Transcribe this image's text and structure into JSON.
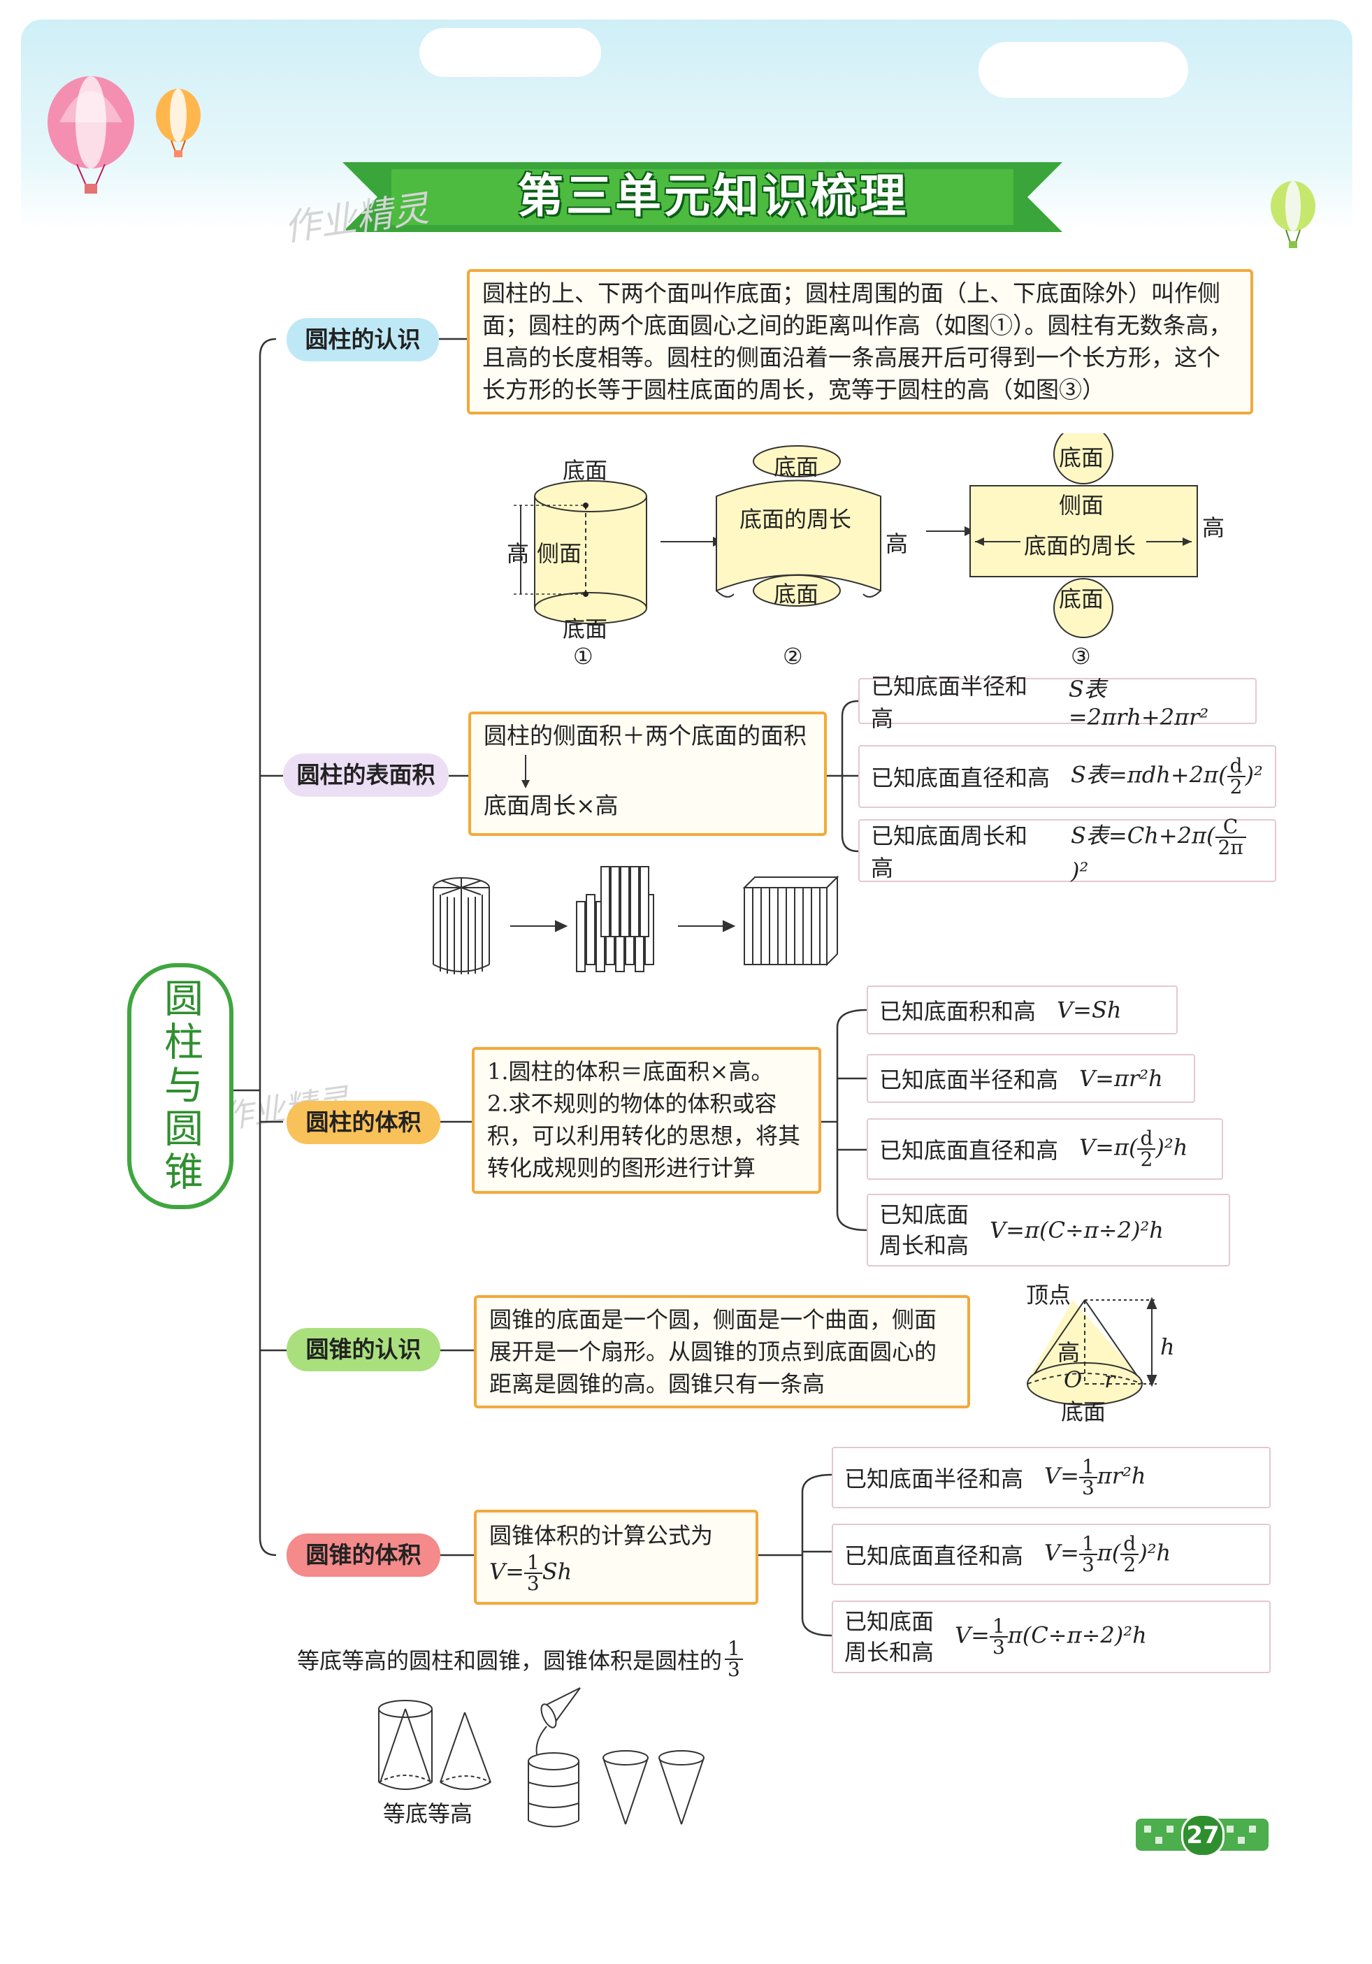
{
  "title": "第三单元知识梳理",
  "watermark": "作业精灵",
  "root": "圆柱与圆锥",
  "page_number": "27",
  "sections": {
    "cylinder_intro": {
      "label": "圆柱的认识",
      "text": "圆柱的上、下两个面叫作底面；圆柱周围的面（上、下底面除外）叫作侧面；圆柱的两个底面圆心之间的距离叫作高（如图①）。圆柱有无数条高，且高的长度相等。圆柱的侧面沿着一条高展开后可得到一个长方形，这个长方形的长等于圆柱底面的周长，宽等于圆柱的高（如图③）",
      "fig_labels": {
        "top": "底面",
        "side": "侧面",
        "height": "高",
        "bottom": "底面",
        "circumference": "底面的周长",
        "n1": "①",
        "n2": "②",
        "n3": "③"
      }
    },
    "cylinder_surface": {
      "label": "圆柱的表面积",
      "line1": "圆柱的侧面积＋两个底面的面积",
      "line2": "底面周长×高",
      "f1_cond": "已知底面半径和高",
      "f1": "S表=2πrh+2πr²",
      "f2_cond": "已知底面直径和高",
      "f2_pre": "S表=πdh+2π(",
      "f2_num": "d",
      "f2_den": "2",
      "f2_post": ")²",
      "f3_cond": "已知底面周长和高",
      "f3_pre": "S表=Ch+2π(",
      "f3_num": "C",
      "f3_den": "2π",
      "f3_post": ")²"
    },
    "cylinder_volume": {
      "label": "圆柱的体积",
      "line1": "1.圆柱的体积＝底面积×高。",
      "line2": "2.求不规则的物体的体积或容积，可以利用转化的思想，将其转化成规则的图形进行计算",
      "f1_cond": "已知底面积和高",
      "f1": "V=Sh",
      "f2_cond": "已知底面半径和高",
      "f2": "V=πr²h",
      "f3_cond": "已知底面直径和高",
      "f3_pre": "V=π(",
      "f3_num": "d",
      "f3_den": "2",
      "f3_post": ")²h",
      "f4_cond_a": "已知底面",
      "f4_cond_b": "周长和高",
      "f4": "V=π(C÷π÷2)²h"
    },
    "cone_intro": {
      "label": "圆锥的认识",
      "text": "圆锥的底面是一个圆，侧面是一个曲面，侧面展开是一个扇形。从圆锥的顶点到底面圆心的距离是圆锥的高。圆锥只有一条高",
      "fig_labels": {
        "apex": "顶点",
        "height": "高",
        "h": "h",
        "o": "O",
        "r": "r",
        "base": "底面"
      }
    },
    "cone_volume": {
      "label": "圆锥的体积",
      "line1": "圆锥体积的计算公式为",
      "line2_pre": "V=",
      "line2_num": "1",
      "line2_den": "3",
      "line2_post": "Sh",
      "f1_cond": "已知底面半径和高",
      "f1_pre": "V=",
      "f1_post": "πr²h",
      "f2_cond": "已知底面直径和高",
      "f2_pre": "V=",
      "f2_mid": "π(",
      "f2_num": "d",
      "f2_den": "2",
      "f2_post": ")²h",
      "f3_cond_a": "已知底面",
      "f3_cond_b": "周长和高",
      "f3_pre": "V=",
      "f3_post": "π(C÷π÷2)²h",
      "third_num": "1",
      "third_den": "3"
    },
    "note": {
      "text": "等底等高的圆柱和圆锥，圆锥体积是圆柱的",
      "num": "1",
      "den": "3",
      "caption": "等底等高"
    }
  },
  "colors": {
    "green": "#3fa63f",
    "orange_border": "#f2a93b",
    "branch_blue": "#bfe8f6",
    "branch_purple": "#ecdff5",
    "branch_orange": "#f8c15a",
    "branch_green": "#a9e07d",
    "branch_red": "#f48a8a"
  }
}
